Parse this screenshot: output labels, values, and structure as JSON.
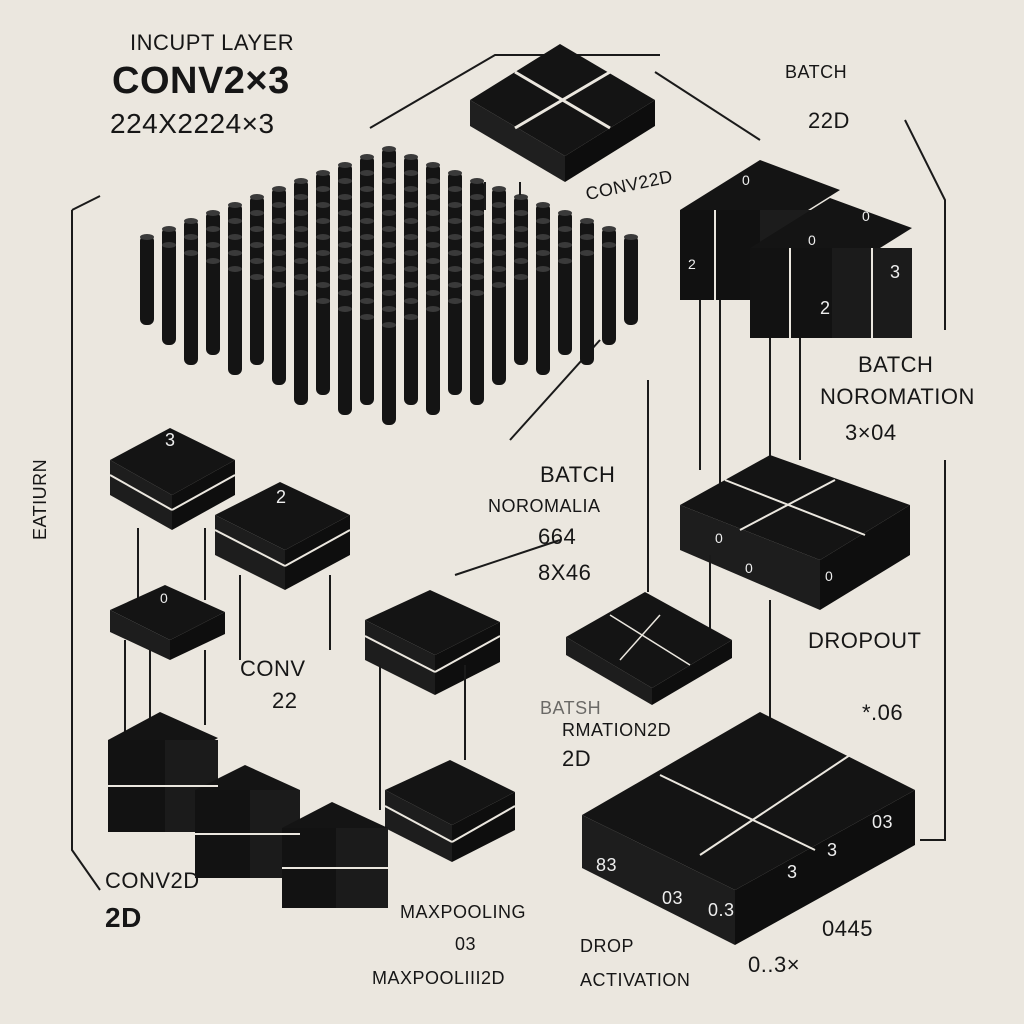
{
  "labels": {
    "input_layer": "INCUPT LAYER",
    "conv_title": "CONV2×3",
    "input_shape": "224X2224×3",
    "batch_top": "BATCH",
    "batch_top_num": "22D",
    "conv_top": "CONV22D",
    "batch_norm_right": "BATCH",
    "batch_norm_right_2": "NOROMATION",
    "batch_norm_right_num": "3×04",
    "batch_center": "BATCH",
    "batch_center_2": "NOROMALIA",
    "center_num_1": "664",
    "center_num_2": "8X46",
    "side_label": "EATIURN",
    "conv_mid": "CONV",
    "conv_mid_num": "22",
    "dropout": "DROPOUT",
    "dropout_num": "*.06",
    "batch_low": "BATSH",
    "batch_low_2": "RMATION2D",
    "batch_low_3": "2D",
    "conv2d_bottom": "CONV2D",
    "conv2d_bottom_2": "2D",
    "maxpooling": "MAXPOOLING",
    "maxpooling_num": "03",
    "maxpooling_2d": "MAXPOOLIII2D",
    "drop": "DROP",
    "activation": "ACTIVATION",
    "bottom_num_1": "0445",
    "bottom_num_2": "0..3×"
  },
  "block_digits": {
    "stack_left": "3",
    "stack_mid": "2",
    "pool_left": "0",
    "cube_top_a": "0",
    "cube_top_b": "0",
    "cube_top_c": "2",
    "cube_top_d": "0",
    "cube_top_e": "2",
    "cube_top_f": "3",
    "tile_a": "0",
    "tile_b": "0",
    "tile_c": "0",
    "big_a": "83",
    "big_b": "03",
    "big_c": "0.3",
    "big_d": "3",
    "big_e": "3",
    "big_f": "03"
  },
  "colors": {
    "background": "#ebe7df",
    "block": "#141414",
    "line": "#1a1a1a"
  }
}
